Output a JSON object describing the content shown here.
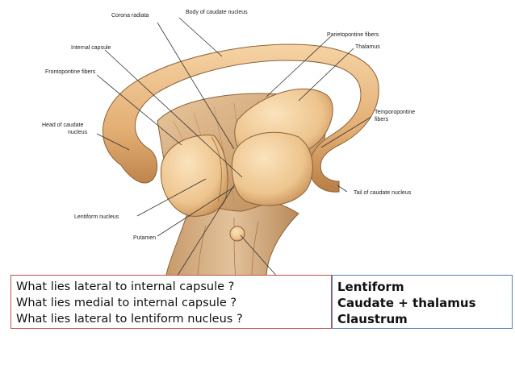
{
  "labels": {
    "corona_radiata": "Corona radiata",
    "body_caudate": "Body of caudate nucleus",
    "parietopontine": "Parietopontine fibers",
    "thalamus": "Thalamus",
    "internal_capsule": "Internal capsule",
    "frontopontine": "Frontopontine fibers",
    "head_caudate_1": "Head of caudate",
    "head_caudate_2": "nucleus",
    "temporopontine_1": "Temporopontine",
    "temporopontine_2": "fibers",
    "tail_caudate": "Tail of caudate nucleus",
    "lentiform": "Lentiform nucleus",
    "putamen": "Putamen"
  },
  "questions": [
    "What lies lateral to internal capsule ?",
    "What lies medial to internal capsule ?",
    "What lies lateral to lentiform nucleus ?"
  ],
  "answers": [
    "Lentiform",
    "Caudate + thalamus",
    "Claustrum"
  ],
  "colors": {
    "caudate": "#e8b77e",
    "capsule": "#d9b58a",
    "question_border": "#c0504d",
    "answer_border": "#4f81bd"
  }
}
